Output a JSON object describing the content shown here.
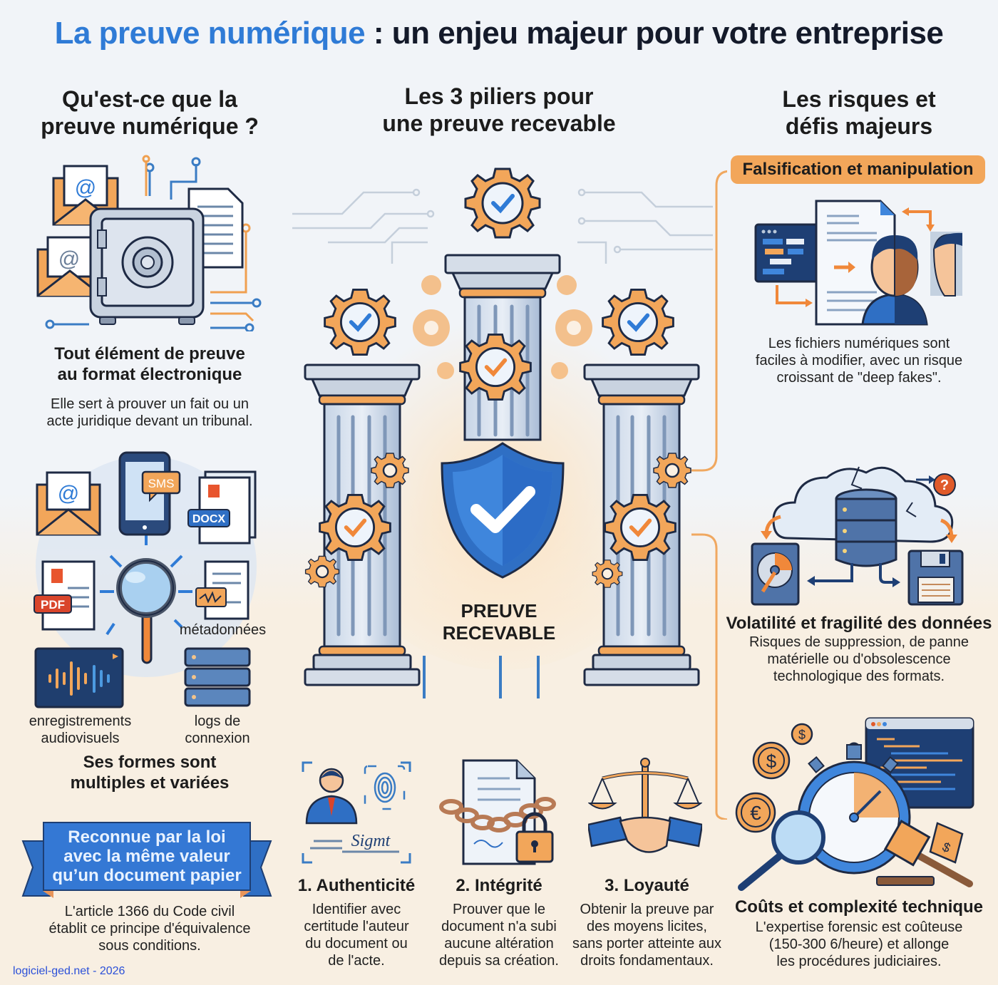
{
  "header": {
    "title_highlight": "La preuve numérique",
    "title_rest": " : un enjeu majeur pour votre entreprise"
  },
  "colors": {
    "accent_blue": "#2f7bd6",
    "accent_orange": "#f2a65a",
    "dark_navy": "#1e3f74",
    "bg_top": "#f1f4f8",
    "bg_bottom": "#f8efe2",
    "footer_link": "#2b50d8"
  },
  "left": {
    "heading_line1": "Qu'est-ce que la",
    "heading_line2": "preuve numérique ?",
    "definition_title_line1": "Tout élément de preuve",
    "definition_title_line2": "au format électronique",
    "definition_text_line1": "Elle sert à prouver un fait ou un",
    "definition_text_line2": "acte juridique devant un tribunal.",
    "forms": {
      "sms_label": "SMS",
      "docx_label": "DOCX",
      "pdf_label": "PDF",
      "metadata_label": "métadonnées",
      "audio_label_line1": "enregistrements",
      "audio_label_line2": "audiovisuels",
      "logs_label_line1": "logs de",
      "logs_label_line2": "connexion"
    },
    "forms_title_line1": "Ses formes sont",
    "forms_title_line2": "multiples et variées",
    "ribbon_line1": "Reconnue par la loi",
    "ribbon_line2": "avec la même valeur",
    "ribbon_line3": "qu’un document papier",
    "law_text_line1": "L'article 1366 du Code civil",
    "law_text_line2": "établit ce principe d'équivalence",
    "law_text_line3": "sous conditions."
  },
  "center": {
    "heading_line1": "Les 3 piliers pour",
    "heading_line2": "une preuve recevable",
    "shield_label_line1": "PREUVE",
    "shield_label_line2": "RECEVABLE",
    "pillars": [
      {
        "title": "1. Authenticité",
        "text_lines": [
          "Identifier avec",
          "certitude l'auteur",
          "du document ou",
          "de l'acte."
        ],
        "signature": "Sigmt"
      },
      {
        "title": "2. Intégrité",
        "text_lines": [
          "Prouver que le",
          "document n'a subi",
          "aucune altération",
          "depuis sa création."
        ]
      },
      {
        "title": "3. Loyauté",
        "text_lines": [
          "Obtenir la preuve par",
          "des moyens licites,",
          "sans porter atteinte aux",
          "droits fondamentaux."
        ]
      }
    ]
  },
  "right": {
    "heading_line1": "Les risques et",
    "heading_line2": "défis majeurs",
    "risk1_pill": "Falsification et manipulation",
    "risk1_text_lines": [
      "Les fichiers numériques sont",
      "faciles à modifier, avec un risque",
      "croissant de \"deep fakes\"."
    ],
    "risk2_title": "Volatilité et fragilité des données",
    "risk2_text_lines": [
      "Risques de suppression, de panne",
      "matérielle ou d'obsolescence",
      "technologique des formats."
    ],
    "risk3_title": "Coûts et complexité technique",
    "risk3_text_lines": [
      "L'expertise forensic est coûteuse",
      "(150-300 6/heure) et allonge",
      "les procédures judiciaires."
    ],
    "coin_symbols": [
      "$",
      "$",
      "€"
    ],
    "question_mark": "?"
  },
  "footer": {
    "credit": "logiciel-ged.net - 2026"
  }
}
